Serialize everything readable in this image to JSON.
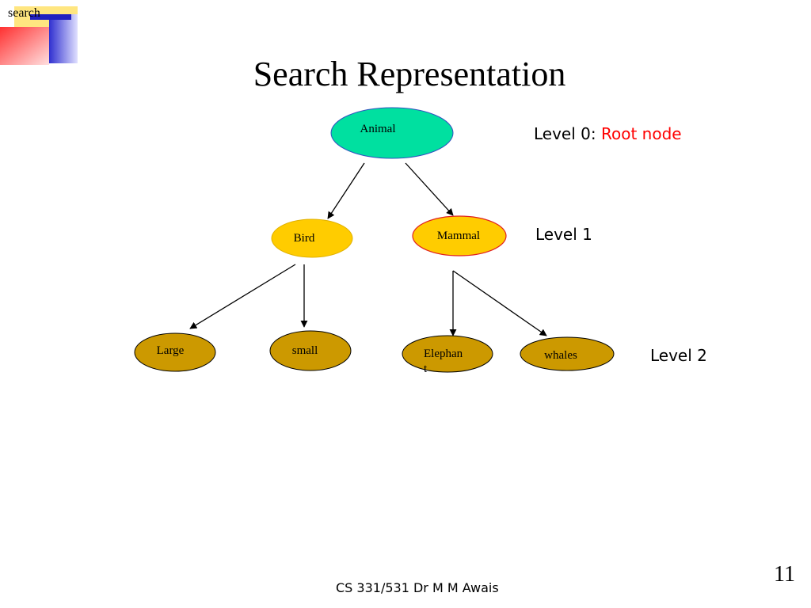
{
  "header": {
    "corner_label": "search",
    "title": "Search Representation"
  },
  "tree": {
    "root": {
      "label": "Animal",
      "color": "#00e0a0"
    },
    "level1": [
      {
        "label": "Bird",
        "color": "#ffcc00"
      },
      {
        "label": "Mammal",
        "color": "#ffcc00"
      }
    ],
    "level2": [
      {
        "label": "Large",
        "color": "#cc9900"
      },
      {
        "label": "small",
        "color": "#cc9900"
      },
      {
        "label": "Elephan",
        "label_overflow": "t",
        "color": "#cc9900"
      },
      {
        "label": "whales",
        "color": "#cc9900"
      }
    ]
  },
  "levels": {
    "level0_prefix": "Level 0: ",
    "level0_accent": "Root node",
    "level1": "Level 1",
    "level2": "Level 2"
  },
  "footer": {
    "text": "CS 331/531 Dr M M Awais",
    "page_number": "11"
  }
}
